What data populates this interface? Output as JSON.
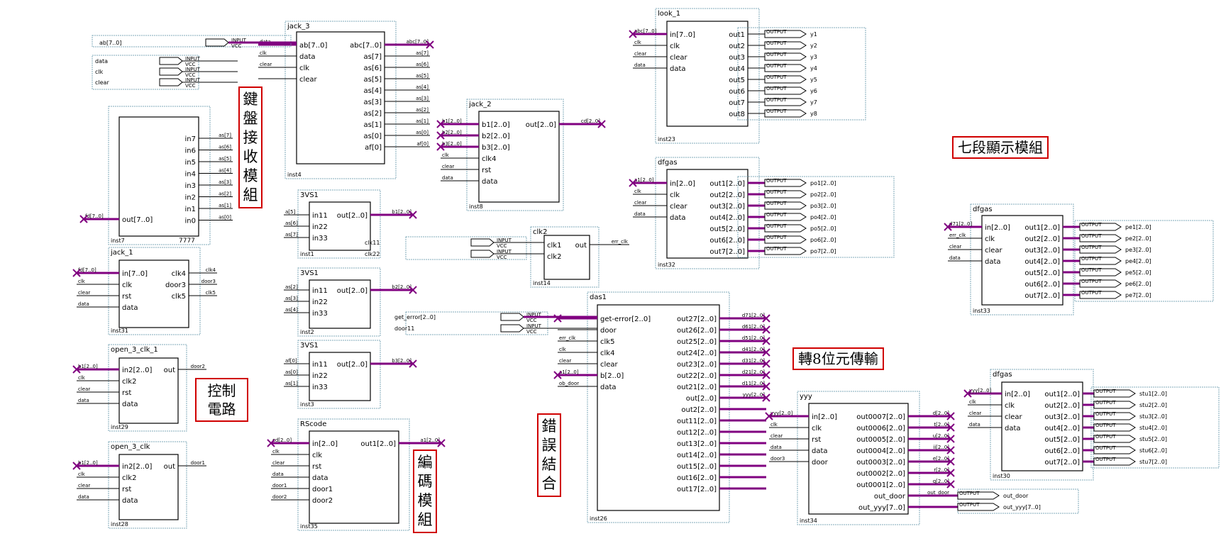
{
  "colors": {
    "block_stroke": "#000000",
    "frame": "#7fa8b8",
    "bus": "#800080",
    "wire": "#000000",
    "label_border": "#d00000"
  },
  "labels": {
    "keyboard": "鍵盤接收模組",
    "control": "控制電路",
    "encode": "編碼模組",
    "error_combine": "錯誤結合",
    "seven_seg": "七段顯示模組",
    "transfer": "轉8位元傳輸"
  },
  "blocks": [
    {
      "id": "jack3",
      "title": "jack_3",
      "inst": "inst4",
      "left": [
        "ab[7..0]",
        "data",
        "clk",
        "clear"
      ],
      "right": [
        "abc[7..0]",
        "as[7]",
        "as[6]",
        "as[5]",
        "as[4]",
        "as[3]",
        "as[2]",
        "as[1]",
        "as[0]",
        "af[0]"
      ],
      "lnets": [
        "data",
        "clk",
        "clear"
      ],
      "rnets": [
        "abc[7..0]",
        "as[7]",
        "as[6]",
        "as[5]",
        "as[4]",
        "as[3]",
        "as[2]",
        "as[1]",
        "as[0]",
        "af[0]"
      ]
    },
    {
      "id": "b7777",
      "title": "",
      "inst": "inst7",
      "bottom": "7777",
      "left": [
        "out[7..0]"
      ],
      "right": [
        "in7",
        "in6",
        "in5",
        "in4",
        "in3",
        "in2",
        "in1",
        "in0"
      ],
      "lnets": [
        "fd[7..0]"
      ],
      "rnets": [
        "as[7]",
        "as[6]",
        "as[5]",
        "as[4]",
        "as[3]",
        "as[2]",
        "as[1]",
        "as[0]"
      ]
    },
    {
      "id": "jack1",
      "title": "jack_1",
      "inst": "inst31",
      "left": [
        "in[7..0]",
        "clk",
        "rst",
        "data"
      ],
      "right": [
        "clk4",
        "door3",
        "clk5"
      ],
      "lnets": [
        "fd[7..0]",
        "clk",
        "clear",
        "data"
      ],
      "rnets": [
        "clk4",
        "door3",
        "clk5"
      ]
    },
    {
      "id": "open1",
      "title": "open_3_clk_1",
      "inst": "inst29",
      "left": [
        "in2[2..0]",
        "clk2",
        "rst",
        "data"
      ],
      "right": [
        "out"
      ],
      "lnets": [
        "b1[2..0]",
        "clk",
        "clear",
        "data"
      ],
      "rnets": [
        "door2"
      ]
    },
    {
      "id": "open2",
      "title": "open_3_clk",
      "inst": "inst28",
      "left": [
        "in2[2..0]",
        "clk2",
        "rst",
        "data"
      ],
      "right": [
        "out"
      ],
      "lnets": [
        "b1[2..0]",
        "clk",
        "clear",
        "data"
      ],
      "rnets": [
        "door1"
      ]
    },
    {
      "id": "vs1",
      "title": "3VS1",
      "inst": "inst1",
      "left": [
        "in11",
        "in22",
        "in33"
      ],
      "right": [
        "out[2..0]"
      ],
      "lnets": [
        "a[5]",
        "as[6]",
        "as[7]"
      ],
      "rnets": [
        "b1[2..0]"
      ]
    },
    {
      "id": "vs2",
      "title": "3VS1",
      "inst": "inst2",
      "left": [
        "in11",
        "in22",
        "in33"
      ],
      "right": [
        "out[2..0]"
      ],
      "lnets": [
        "as[2]",
        "as[3]",
        "as[4]"
      ],
      "rnets": [
        "b2[2..0]"
      ]
    },
    {
      "id": "vs3",
      "title": "3VS1",
      "inst": "inst3",
      "left": [
        "in11",
        "in22",
        "in33"
      ],
      "right": [
        "out[2..0]"
      ],
      "lnets": [
        "af[0]",
        "as[0]",
        "as[1]"
      ],
      "rnets": [
        "b3[2..0]"
      ]
    },
    {
      "id": "rscode",
      "title": "RScode",
      "inst": "inst35",
      "left": [
        "in[2..0]",
        "clk",
        "rst",
        "data",
        "door1",
        "door2"
      ],
      "right": [
        "out1[2..0]"
      ],
      "lnets": [
        "cd[2..0]",
        "clk",
        "clear",
        "data",
        "door1",
        "door2"
      ],
      "rnets": [
        "a1[2..0]"
      ]
    },
    {
      "id": "jack2",
      "title": "jack_2",
      "inst": "inst8",
      "left": [
        "b1[2..0]",
        "b2[2..0]",
        "b3[2..0]",
        "clk4",
        "rst",
        "data"
      ],
      "right": [
        "out[2..0]"
      ],
      "lnets": [
        "b1[2..0]",
        "b2[2..0]",
        "b3[2..0]",
        "clk",
        "clear",
        "data"
      ],
      "rnets": [
        "cd[2..0]"
      ]
    },
    {
      "id": "clk2",
      "title": "clk2",
      "inst": "inst14",
      "left": [
        "clk1",
        "clk2"
      ],
      "right": [
        "out"
      ],
      "lnets": [],
      "rnets": [
        "err_clk"
      ]
    },
    {
      "id": "das1",
      "title": "das1",
      "inst": "inst26",
      "left": [
        "get-error[2..0]",
        "door",
        "clk5",
        "clk4",
        "clear",
        "b[2..0]",
        "data"
      ],
      "right": [
        "out27[2..0]",
        "out26[2..0]",
        "out25[2..0]",
        "out24[2..0]",
        "out23[2..0]",
        "out22[2..0]",
        "out21[2..0]",
        "out[2..0]",
        "out2[2..0]",
        "out11[2..0]",
        "out12[2..0]",
        "out13[2..0]",
        "out14[2..0]",
        "out15[2..0]",
        "out16[2..0]",
        "out17[2..0]"
      ],
      "lnets": [
        "",
        "",
        "err_clk",
        "clk",
        "clear",
        "a1[2..0]",
        "ob_door"
      ],
      "rnets": [
        "d71[2..0]",
        "d61[2..0]",
        "d51[2..0]",
        "d41[2..0]",
        "d31[2..0]",
        "d21[2..0]",
        "d11[2..0]",
        "yyy[2..0]",
        "",
        "",
        "",
        "",
        "",
        "",
        "",
        ""
      ]
    },
    {
      "id": "look1",
      "title": "look_1",
      "inst": "inst23",
      "left": [
        "in[7..0]",
        "clk",
        "clear",
        "data"
      ],
      "right": [
        "out1",
        "out2",
        "out3",
        "out4",
        "out5",
        "out6",
        "out7",
        "out8"
      ],
      "lnets": [
        "abc[7..0]",
        "clk",
        "clear",
        "data"
      ],
      "rnets": []
    },
    {
      "id": "dfgas1",
      "title": "dfgas",
      "inst": "inst32",
      "left": [
        "in[2..0]",
        "clk",
        "clear",
        "data"
      ],
      "right": [
        "out1[2..0]",
        "out2[2..0]",
        "out3[2..0]",
        "out4[2..0]",
        "out5[2..0]",
        "out6[2..0]",
        "out7[2..0]"
      ],
      "lnets": [
        "a1[2..0]",
        "clk",
        "clear",
        "data"
      ],
      "rnets": []
    },
    {
      "id": "dfgas2",
      "title": "dfgas",
      "inst": "inst33",
      "left": [
        "in[2..0]",
        "clk",
        "clear",
        "data"
      ],
      "right": [
        "out1[2..0]",
        "out2[2..0]",
        "out3[2..0]",
        "out4[2..0]",
        "out5[2..0]",
        "out6[2..0]",
        "out7[2..0]"
      ],
      "lnets": [
        "d71[2..0]",
        "err_clk",
        "clear",
        "data"
      ],
      "rnets": []
    },
    {
      "id": "yyy",
      "title": "yyy",
      "inst": "inst34",
      "left": [
        "in[2..0]",
        "clk",
        "rst",
        "data",
        "door"
      ],
      "right": [
        "out0007[2..0]",
        "out0006[2..0]",
        "out0005[2..0]",
        "out0004[2..0]",
        "out0003[2..0]",
        "out0002[2..0]",
        "out0001[2..0]",
        "out_door",
        "out_yyy[7..0]"
      ],
      "lnets": [
        "yyy[2..0]",
        "clk",
        "clear",
        "data",
        "door3"
      ],
      "rnets": [
        "d[2..0]",
        "t[2..0]",
        "u[2..0]",
        "ii[2..0]",
        "e[2..0]",
        "r[2..0]",
        "q[2..0]",
        "out_door",
        ""
      ]
    },
    {
      "id": "dfgas3",
      "title": "dfgas",
      "inst": "inst30",
      "left": [
        "in[2..0]",
        "clk",
        "clear",
        "data"
      ],
      "right": [
        "out1[2..0]",
        "out2[2..0]",
        "out3[2..0]",
        "out4[2..0]",
        "out5[2..0]",
        "out6[2..0]",
        "out7[2..0]"
      ],
      "lnets": [
        "yyy[2..0]",
        "clk",
        "clear",
        "data"
      ],
      "rnets": []
    }
  ],
  "inputs": [
    {
      "id": "in_ab",
      "net": "ab[7..0]"
    },
    {
      "id": "in_data",
      "net": "data"
    },
    {
      "id": "in_clk",
      "net": "clk"
    },
    {
      "id": "in_clear",
      "net": "clear"
    },
    {
      "id": "in_clk11",
      "net": "clk11"
    },
    {
      "id": "in_clk22",
      "net": "clk22"
    },
    {
      "id": "in_geterr",
      "net": "get_error[2..0]"
    },
    {
      "id": "in_door11",
      "net": "door11"
    }
  ],
  "outputs": [
    {
      "id": "o_look",
      "names": [
        "y1",
        "y2",
        "y3",
        "y4",
        "y5",
        "y6",
        "y7",
        "y8"
      ]
    },
    {
      "id": "o_dfg1",
      "names": [
        "po1[2..0]",
        "po2[2..0]",
        "po3[2..0]",
        "po4[2..0]",
        "po5[2..0]",
        "po6[2..0]",
        "po7[2..0]"
      ]
    },
    {
      "id": "o_dfg2",
      "names": [
        "pe1[2..0]",
        "pe2[2..0]",
        "pe3[2..0]",
        "pe4[2..0]",
        "pe5[2..0]",
        "pe6[2..0]",
        "pe7[2..0]"
      ]
    },
    {
      "id": "o_dfg3",
      "names": [
        "stu1[2..0]",
        "stu2[2..0]",
        "stu3[2..0]",
        "stu4[2..0]",
        "stu5[2..0]",
        "stu6[2..0]",
        "stu7[2..0]"
      ]
    },
    {
      "id": "o_yyy",
      "names": [
        "out_door",
        "out_yyy[7..0]"
      ]
    }
  ],
  "pin_text": {
    "input": "INPUT",
    "output": "OUTPUT",
    "vcc": "VCC"
  }
}
